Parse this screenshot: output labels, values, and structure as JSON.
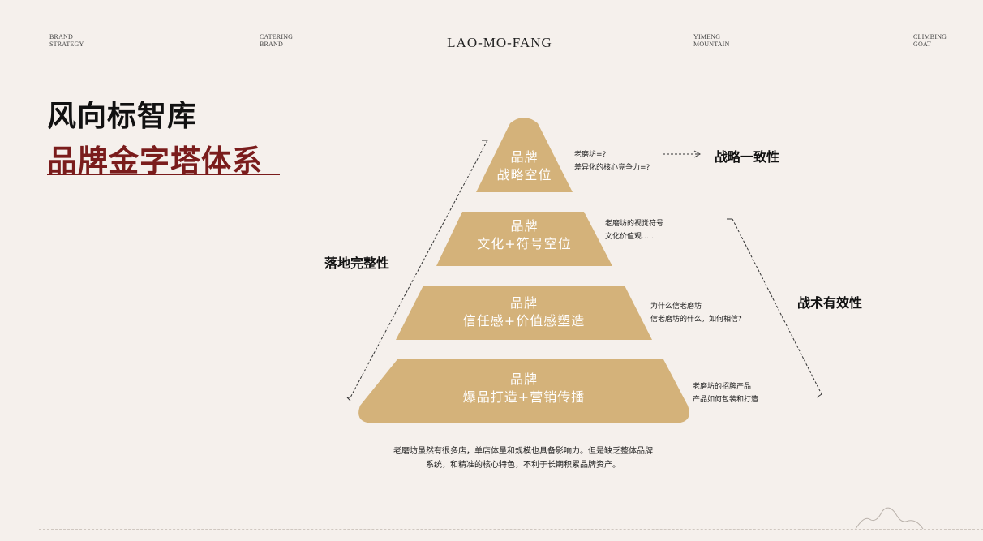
{
  "header": {
    "nav": [
      {
        "line1": "BRAND",
        "line2": "STRATEGY"
      },
      {
        "line1": "CATERING",
        "line2": "BRAND"
      },
      {
        "line1": "YIMENG",
        "line2": "MOUNTAIN"
      },
      {
        "line1": "CLIMBING",
        "line2": "GOAT"
      }
    ],
    "brand": "LAO-MO-FANG"
  },
  "title": {
    "line1": "风向标智库",
    "line2": "品牌金字塔体系"
  },
  "pyramid": {
    "levels": [
      {
        "line1": "品牌",
        "line2": "战略空位"
      },
      {
        "line1": "品牌",
        "line2": "文化+符号空位"
      },
      {
        "line1": "品牌",
        "line2": "信任感+价值感塑造"
      },
      {
        "line1": "品牌",
        "line2": "爆品打造+营销传播"
      }
    ],
    "notes": [
      {
        "line1": "老磨坊=?",
        "line2": "差异化的核心竞争力=?"
      },
      {
        "line1": "老磨坊的视觉符号",
        "line2": "文化价值观……"
      },
      {
        "line1": "为什么信老磨坊",
        "line2": "信老磨坊的什么，如何相信?"
      },
      {
        "line1": "老磨坊的招牌产品",
        "line2": "产品如何包装和打造"
      }
    ],
    "top_label": "战略一致性",
    "left_label": "落地完整性",
    "right_label": "战术有效性",
    "color": "#d4b27a"
  },
  "summary": {
    "line1": "老磨坊虽然有很多店，单店体量和规模也具备影响力。但是缺乏整体品牌",
    "line2": "系统，和精准的核心特色，不利于长期积累品牌资产。"
  }
}
